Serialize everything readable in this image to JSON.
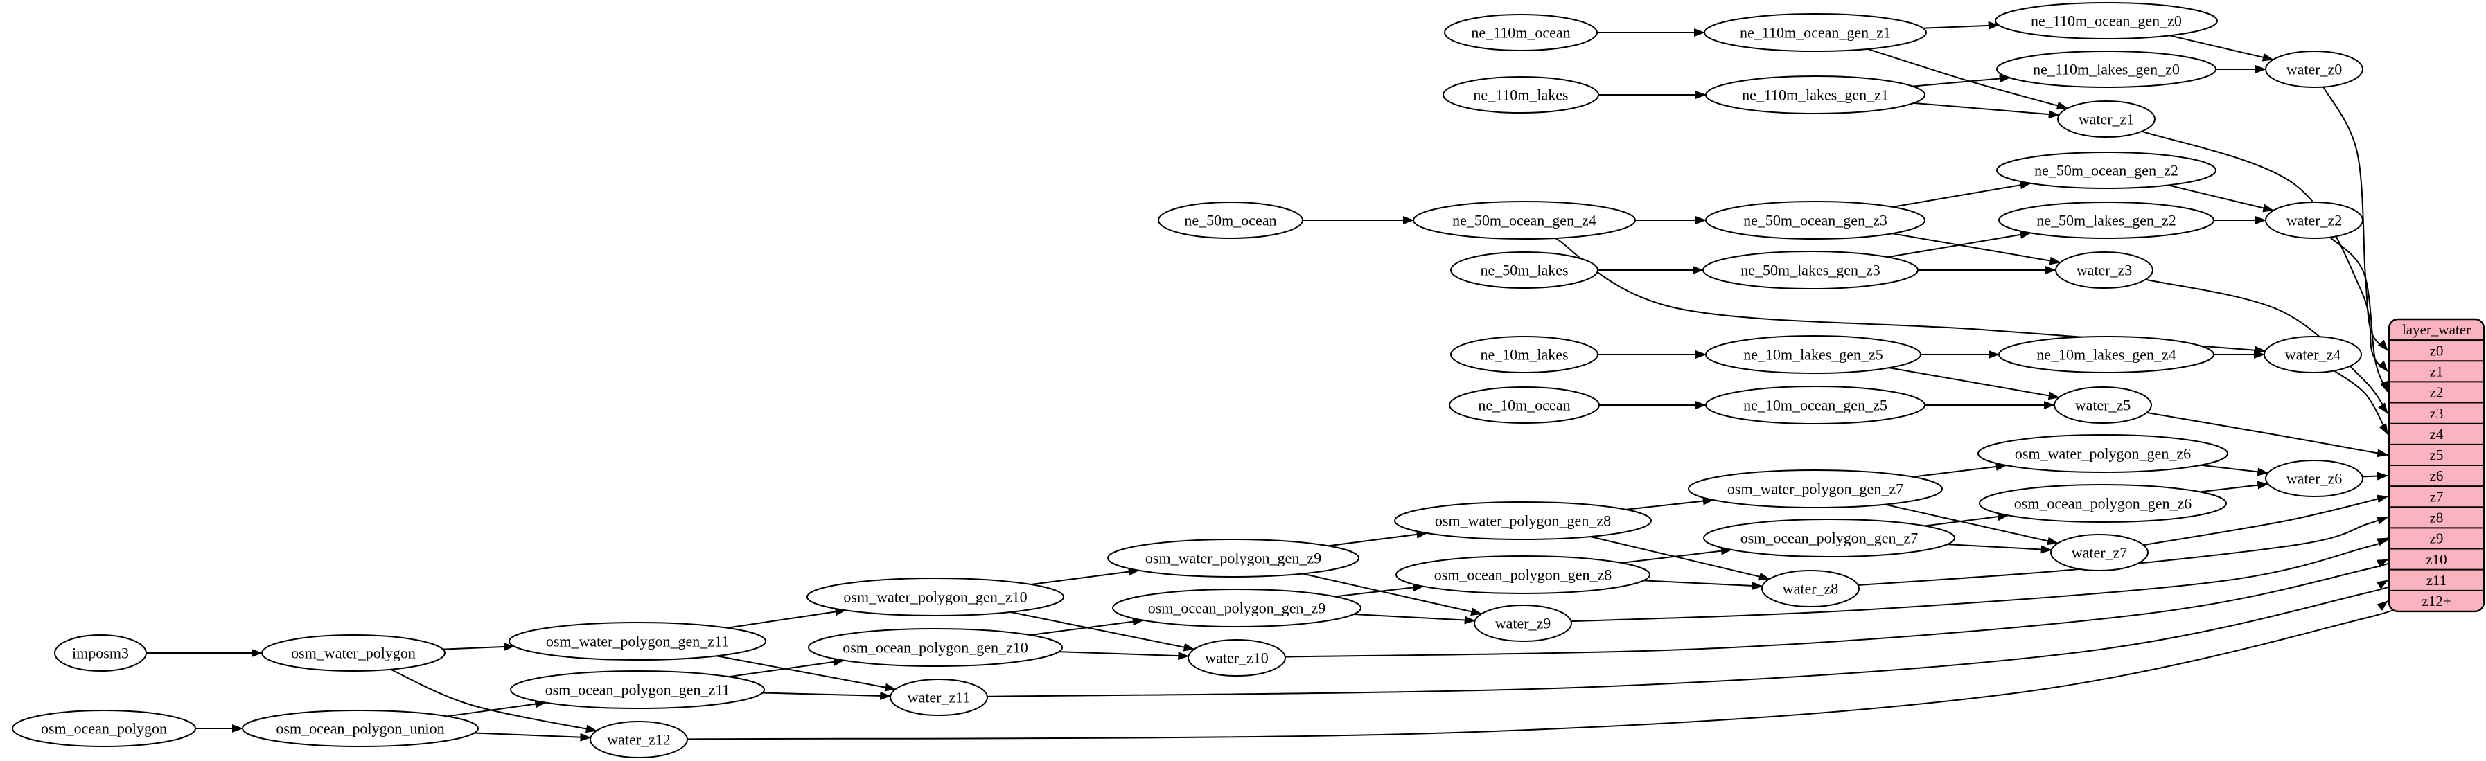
{
  "graph": {
    "background_color": "#ffffff",
    "node_fill_color": "#ffffff",
    "node_stroke_color": "#000000",
    "edge_color": "#000000",
    "nodes": [
      {
        "id": "imposm3",
        "label": "imposm3"
      },
      {
        "id": "osm_water_polygon",
        "label": "osm_water_polygon"
      },
      {
        "id": "osm_ocean_polygon",
        "label": "osm_ocean_polygon"
      },
      {
        "id": "osm_ocean_polygon_union",
        "label": "osm_ocean_polygon_union"
      },
      {
        "id": "osm_water_polygon_gen_z11",
        "label": "osm_water_polygon_gen_z11"
      },
      {
        "id": "osm_water_polygon_gen_z10",
        "label": "osm_water_polygon_gen_z10"
      },
      {
        "id": "osm_water_polygon_gen_z9",
        "label": "osm_water_polygon_gen_z9"
      },
      {
        "id": "osm_water_polygon_gen_z8",
        "label": "osm_water_polygon_gen_z8"
      },
      {
        "id": "osm_water_polygon_gen_z7",
        "label": "osm_water_polygon_gen_z7"
      },
      {
        "id": "osm_water_polygon_gen_z6",
        "label": "osm_water_polygon_gen_z6"
      },
      {
        "id": "osm_ocean_polygon_gen_z11",
        "label": "osm_ocean_polygon_gen_z11"
      },
      {
        "id": "osm_ocean_polygon_gen_z10",
        "label": "osm_ocean_polygon_gen_z10"
      },
      {
        "id": "osm_ocean_polygon_gen_z9",
        "label": "osm_ocean_polygon_gen_z9"
      },
      {
        "id": "osm_ocean_polygon_gen_z8",
        "label": "osm_ocean_polygon_gen_z8"
      },
      {
        "id": "osm_ocean_polygon_gen_z7",
        "label": "osm_ocean_polygon_gen_z7"
      },
      {
        "id": "osm_ocean_polygon_gen_z6",
        "label": "osm_ocean_polygon_gen_z6"
      },
      {
        "id": "water_z12",
        "label": "water_z12"
      },
      {
        "id": "water_z11",
        "label": "water_z11"
      },
      {
        "id": "water_z10",
        "label": "water_z10"
      },
      {
        "id": "water_z9",
        "label": "water_z9"
      },
      {
        "id": "water_z8",
        "label": "water_z8"
      },
      {
        "id": "water_z7",
        "label": "water_z7"
      },
      {
        "id": "water_z6",
        "label": "water_z6"
      },
      {
        "id": "ne_110m_ocean",
        "label": "ne_110m_ocean"
      },
      {
        "id": "ne_110m_ocean_gen_z1",
        "label": "ne_110m_ocean_gen_z1"
      },
      {
        "id": "ne_110m_ocean_gen_z0",
        "label": "ne_110m_ocean_gen_z0"
      },
      {
        "id": "ne_110m_lakes",
        "label": "ne_110m_lakes"
      },
      {
        "id": "ne_110m_lakes_gen_z1",
        "label": "ne_110m_lakes_gen_z1"
      },
      {
        "id": "ne_110m_lakes_gen_z0",
        "label": "ne_110m_lakes_gen_z0"
      },
      {
        "id": "water_z0",
        "label": "water_z0"
      },
      {
        "id": "water_z1",
        "label": "water_z1"
      },
      {
        "id": "ne_50m_ocean",
        "label": "ne_50m_ocean"
      },
      {
        "id": "ne_50m_ocean_gen_z4",
        "label": "ne_50m_ocean_gen_z4"
      },
      {
        "id": "ne_50m_ocean_gen_z3",
        "label": "ne_50m_ocean_gen_z3"
      },
      {
        "id": "ne_50m_ocean_gen_z2",
        "label": "ne_50m_ocean_gen_z2"
      },
      {
        "id": "ne_50m_lakes",
        "label": "ne_50m_lakes"
      },
      {
        "id": "ne_50m_lakes_gen_z3",
        "label": "ne_50m_lakes_gen_z3"
      },
      {
        "id": "ne_50m_lakes_gen_z2",
        "label": "ne_50m_lakes_gen_z2"
      },
      {
        "id": "water_z2",
        "label": "water_z2"
      },
      {
        "id": "water_z3",
        "label": "water_z3"
      },
      {
        "id": "ne_10m_lakes",
        "label": "ne_10m_lakes"
      },
      {
        "id": "ne_10m_lakes_gen_z5",
        "label": "ne_10m_lakes_gen_z5"
      },
      {
        "id": "ne_10m_lakes_gen_z4",
        "label": "ne_10m_lakes_gen_z4"
      },
      {
        "id": "water_z4",
        "label": "water_z4"
      },
      {
        "id": "ne_10m_ocean",
        "label": "ne_10m_ocean"
      },
      {
        "id": "ne_10m_ocean_gen_z5",
        "label": "ne_10m_ocean_gen_z5"
      },
      {
        "id": "water_z5",
        "label": "water_z5"
      }
    ],
    "table": {
      "title": "layer_water",
      "rows": [
        "z0",
        "z1",
        "z2",
        "z3",
        "z4",
        "z5",
        "z6",
        "z7",
        "z8",
        "z9",
        "z10",
        "z11",
        "z12+"
      ],
      "fill": "#fbb3c0",
      "stroke": "#000000"
    },
    "edges": [
      {
        "from": "ne_110m_ocean",
        "to": "ne_110m_ocean_gen_z1"
      },
      {
        "from": "ne_110m_ocean_gen_z1",
        "to": "ne_110m_ocean_gen_z0"
      },
      {
        "from": "ne_110m_ocean_gen_z1",
        "to": "water_z1"
      },
      {
        "from": "ne_110m_ocean_gen_z0",
        "to": "water_z0"
      },
      {
        "from": "ne_110m_lakes",
        "to": "ne_110m_lakes_gen_z1"
      },
      {
        "from": "ne_110m_lakes_gen_z1",
        "to": "ne_110m_lakes_gen_z0"
      },
      {
        "from": "ne_110m_lakes_gen_z1",
        "to": "water_z1"
      },
      {
        "from": "ne_110m_lakes_gen_z0",
        "to": "water_z0"
      },
      {
        "from": "water_z0",
        "to": "z0"
      },
      {
        "from": "water_z1",
        "to": "z1"
      },
      {
        "from": "ne_50m_ocean",
        "to": "ne_50m_ocean_gen_z4"
      },
      {
        "from": "ne_50m_ocean_gen_z4",
        "to": "ne_50m_ocean_gen_z3"
      },
      {
        "from": "ne_50m_ocean_gen_z4",
        "to": "water_z4"
      },
      {
        "from": "ne_50m_ocean_gen_z3",
        "to": "ne_50m_ocean_gen_z2"
      },
      {
        "from": "ne_50m_ocean_gen_z3",
        "to": "water_z3"
      },
      {
        "from": "ne_50m_ocean_gen_z2",
        "to": "water_z2"
      },
      {
        "from": "ne_50m_lakes",
        "to": "ne_50m_lakes_gen_z3"
      },
      {
        "from": "ne_50m_lakes_gen_z3",
        "to": "ne_50m_lakes_gen_z2"
      },
      {
        "from": "ne_50m_lakes_gen_z3",
        "to": "water_z3"
      },
      {
        "from": "ne_50m_lakes_gen_z2",
        "to": "water_z2"
      },
      {
        "from": "water_z2",
        "to": "z2"
      },
      {
        "from": "water_z3",
        "to": "z3"
      },
      {
        "from": "ne_10m_lakes",
        "to": "ne_10m_lakes_gen_z5"
      },
      {
        "from": "ne_10m_lakes_gen_z5",
        "to": "ne_10m_lakes_gen_z4"
      },
      {
        "from": "ne_10m_lakes_gen_z5",
        "to": "water_z5"
      },
      {
        "from": "ne_10m_lakes_gen_z4",
        "to": "water_z4"
      },
      {
        "from": "ne_10m_ocean",
        "to": "ne_10m_ocean_gen_z5"
      },
      {
        "from": "ne_10m_ocean_gen_z5",
        "to": "water_z5"
      },
      {
        "from": "water_z4",
        "to": "z4"
      },
      {
        "from": "water_z5",
        "to": "z5"
      },
      {
        "from": "imposm3",
        "to": "osm_water_polygon"
      },
      {
        "from": "osm_water_polygon",
        "to": "osm_water_polygon_gen_z11"
      },
      {
        "from": "osm_water_polygon",
        "to": "water_z12"
      },
      {
        "from": "osm_ocean_polygon",
        "to": "osm_ocean_polygon_union"
      },
      {
        "from": "osm_ocean_polygon_union",
        "to": "osm_ocean_polygon_gen_z11"
      },
      {
        "from": "osm_ocean_polygon_union",
        "to": "water_z12"
      },
      {
        "from": "osm_water_polygon_gen_z11",
        "to": "osm_water_polygon_gen_z10"
      },
      {
        "from": "osm_water_polygon_gen_z11",
        "to": "water_z11"
      },
      {
        "from": "osm_ocean_polygon_gen_z11",
        "to": "osm_ocean_polygon_gen_z10"
      },
      {
        "from": "osm_ocean_polygon_gen_z11",
        "to": "water_z11"
      },
      {
        "from": "osm_water_polygon_gen_z10",
        "to": "osm_water_polygon_gen_z9"
      },
      {
        "from": "osm_water_polygon_gen_z10",
        "to": "water_z10"
      },
      {
        "from": "osm_ocean_polygon_gen_z10",
        "to": "osm_ocean_polygon_gen_z9"
      },
      {
        "from": "osm_ocean_polygon_gen_z10",
        "to": "water_z10"
      },
      {
        "from": "osm_water_polygon_gen_z9",
        "to": "osm_water_polygon_gen_z8"
      },
      {
        "from": "osm_water_polygon_gen_z9",
        "to": "water_z9"
      },
      {
        "from": "osm_ocean_polygon_gen_z9",
        "to": "osm_ocean_polygon_gen_z8"
      },
      {
        "from": "osm_ocean_polygon_gen_z9",
        "to": "water_z9"
      },
      {
        "from": "osm_water_polygon_gen_z8",
        "to": "osm_water_polygon_gen_z7"
      },
      {
        "from": "osm_water_polygon_gen_z8",
        "to": "water_z8"
      },
      {
        "from": "osm_ocean_polygon_gen_z8",
        "to": "osm_ocean_polygon_gen_z7"
      },
      {
        "from": "osm_ocean_polygon_gen_z8",
        "to": "water_z8"
      },
      {
        "from": "osm_water_polygon_gen_z7",
        "to": "osm_water_polygon_gen_z6"
      },
      {
        "from": "osm_water_polygon_gen_z7",
        "to": "water_z7"
      },
      {
        "from": "osm_ocean_polygon_gen_z7",
        "to": "osm_ocean_polygon_gen_z6"
      },
      {
        "from": "osm_ocean_polygon_gen_z7",
        "to": "water_z7"
      },
      {
        "from": "osm_water_polygon_gen_z6",
        "to": "water_z6"
      },
      {
        "from": "osm_ocean_polygon_gen_z6",
        "to": "water_z6"
      },
      {
        "from": "water_z6",
        "to": "z6"
      },
      {
        "from": "water_z7",
        "to": "z7"
      },
      {
        "from": "water_z8",
        "to": "z8"
      },
      {
        "from": "water_z9",
        "to": "z9"
      },
      {
        "from": "water_z10",
        "to": "z10"
      },
      {
        "from": "water_z11",
        "to": "z11"
      },
      {
        "from": "water_z12",
        "to": "z12+"
      }
    ]
  }
}
